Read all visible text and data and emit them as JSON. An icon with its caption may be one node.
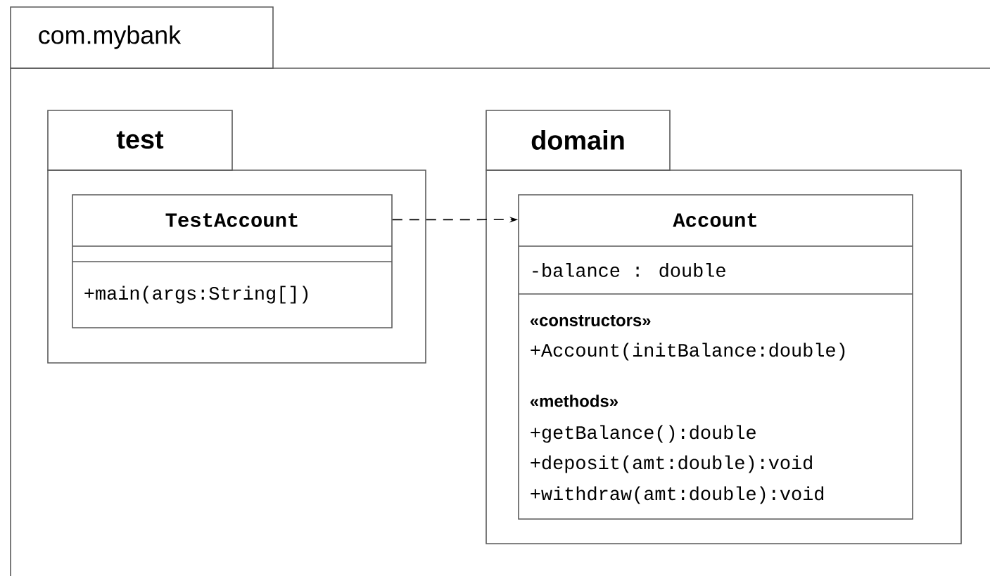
{
  "diagram": {
    "nodes": [
      {
        "text": [
          "com.mybank"
        ]
      },
      {
        "text": [
          "test"
        ],
        "in": 0
      },
      {
        "text": [
          "TestAccount",
          "+main(args:String[])"
        ],
        "in": 1
      },
      {
        "text": [
          "domain"
        ],
        "in": 0
      },
      {
        "text": [
          "Account",
          "-balance : double",
          "«constructors»",
          "+Account(initBalance:double)",
          "«methods»",
          "+getBalance():double",
          "+deposit(amt:double):void",
          "+withdraw(amt:double):void"
        ],
        "in": 3
      }
    ],
    "edges": [
      {
        "from": 2,
        "to": 4,
        "arrow": "to",
        "style": "dashed"
      }
    ]
  }
}
